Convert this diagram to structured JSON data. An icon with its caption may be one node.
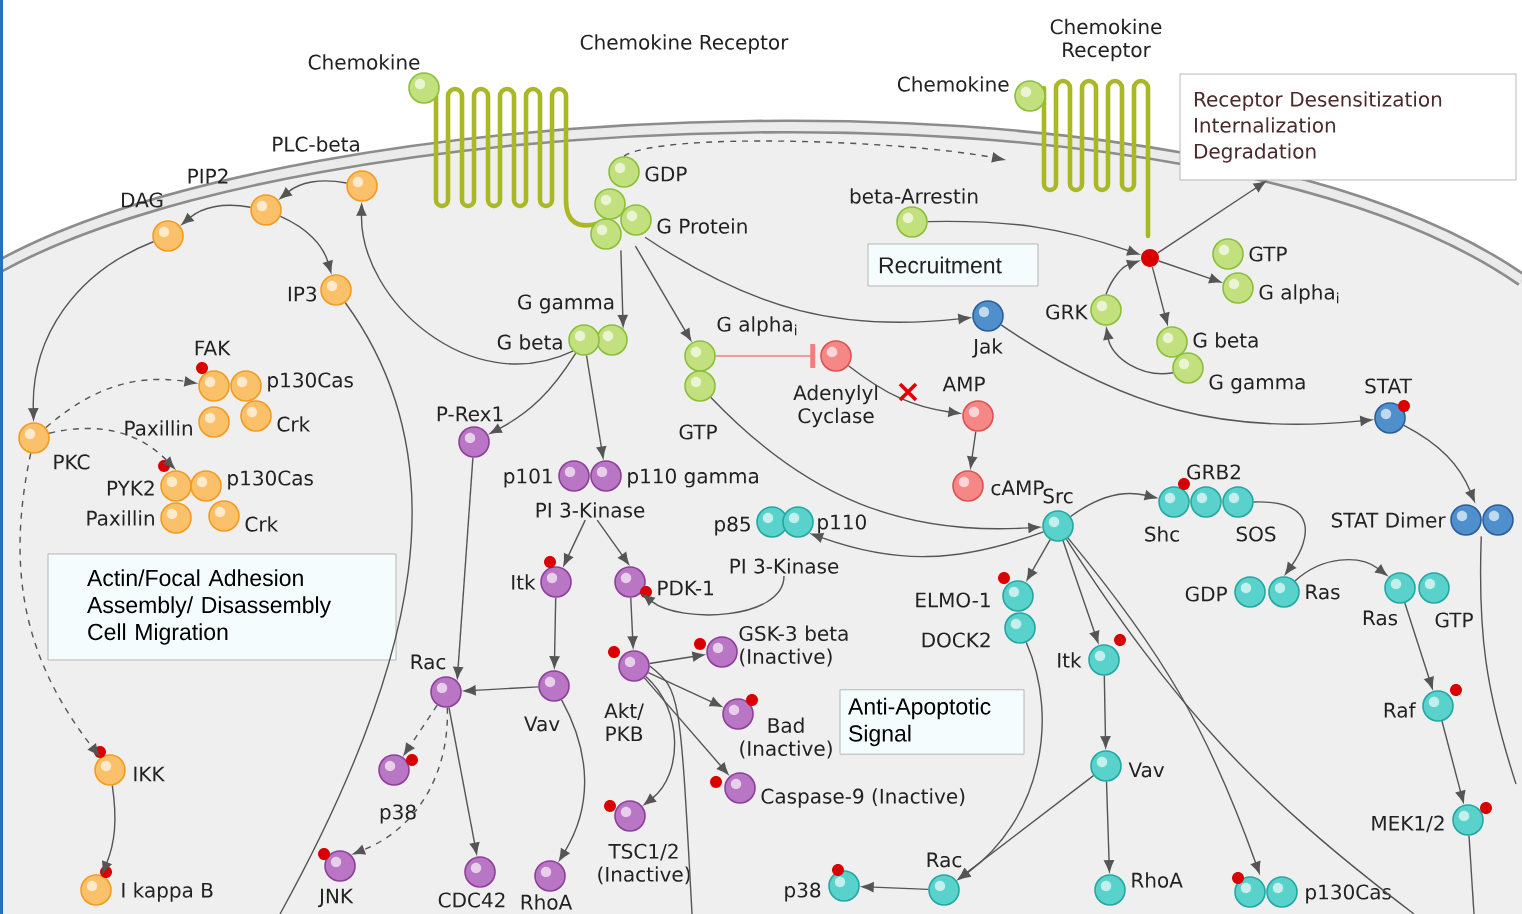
{
  "diagram": {
    "nodes": [
      {
        "text": [
          "Chemokine"
        ]
      },
      {
        "text": [
          "Chemokine Receptor"
        ]
      },
      {
        "text": [
          "GDP"
        ]
      },
      {
        "text": [
          "G Protein"
        ]
      },
      {
        "text": [
          "PLC-beta"
        ]
      },
      {
        "text": [
          "PIP2"
        ]
      },
      {
        "text": [
          "DAG"
        ]
      },
      {
        "text": [
          "IP3"
        ]
      },
      {
        "text": [
          "G gamma"
        ]
      },
      {
        "text": [
          "G beta"
        ]
      },
      {
        "text": [
          "G alpha$_{i}$"
        ]
      },
      {
        "text": [
          "GTP"
        ]
      },
      {
        "text": [
          "Adenylyl Cyclase"
        ]
      },
      {
        "text": [
          "AMP"
        ]
      },
      {
        "text": [
          "cAMP"
        ]
      },
      {
        "text": [
          "Jak"
        ]
      },
      {
        "text": [
          "beta-Arrestin"
        ]
      },
      {
        "text": [
          "Recruitment"
        ]
      },
      {
        "text": [
          "Chemokine"
        ]
      },
      {
        "text": [
          "Chemokine Receptor"
        ]
      },
      {
        "text": [
          "Receptor Desensitization",
          "Internalization",
          "Degradation"
        ]
      },
      {
        "text": [
          "GTP"
        ]
      },
      {
        "text": [
          "G alpha$_{i}$"
        ]
      },
      {
        "text": [
          "G beta"
        ]
      },
      {
        "text": [
          "G gamma"
        ]
      },
      {
        "text": [
          "GRK"
        ]
      },
      {
        "text": [
          "STAT"
        ]
      },
      {
        "text": [
          "STAT Dimer"
        ]
      },
      {
        "text": [
          "FAK"
        ]
      },
      {
        "text": [
          "p130Cas"
        ]
      },
      {
        "text": [
          "Crk"
        ]
      },
      {
        "text": [
          "Paxillin"
        ]
      },
      {
        "text": [
          "PKC"
        ]
      },
      {
        "text": [
          "PYK2"
        ]
      },
      {
        "text": [
          "p130Cas"
        ]
      },
      {
        "text": [
          "Paxillin"
        ]
      },
      {
        "text": [
          "Crk"
        ]
      },
      {
        "text": [
          "Actin/Focal Adhesion Assembly/ Disassembly Cell Migration"
        ]
      },
      {
        "text": [
          "IKK"
        ]
      },
      {
        "text": [
          "I kappa B"
        ]
      },
      {
        "text": [
          "P-Rex1"
        ]
      },
      {
        "text": [
          "p101"
        ]
      },
      {
        "text": [
          "p110 gamma"
        ]
      },
      {
        "text": [
          "PI 3-Kinase"
        ]
      },
      {
        "text": [
          "Itk"
        ]
      },
      {
        "text": [
          "PDK-1"
        ]
      },
      {
        "text": [
          "Vav"
        ]
      },
      {
        "text": [
          "Akt/ PKB"
        ]
      },
      {
        "text": [
          "GSK-3 beta (Inactive)"
        ]
      },
      {
        "text": [
          "Bad (Inactive)"
        ]
      },
      {
        "text": [
          "Caspase-9 (Inactive)"
        ]
      },
      {
        "text": [
          "Anti-Apoptotic Signal"
        ]
      },
      {
        "text": [
          "TSC1/2 (Inactive)"
        ]
      },
      {
        "text": [
          "Rac"
        ]
      },
      {
        "text": [
          "p38"
        ]
      },
      {
        "text": [
          "JNK"
        ]
      },
      {
        "text": [
          "CDC42"
        ]
      },
      {
        "text": [
          "RhoA"
        ]
      },
      {
        "text": [
          "Src"
        ]
      },
      {
        "text": [
          "Shc"
        ]
      },
      {
        "text": [
          "GRB2"
        ]
      },
      {
        "text": [
          "SOS"
        ]
      },
      {
        "text": [
          "p85"
        ]
      },
      {
        "text": [
          "p110"
        ]
      },
      {
        "text": [
          "PI 3-Kinase"
        ]
      },
      {
        "text": [
          "ELMO-1"
        ]
      },
      {
        "text": [
          "DOCK2"
        ]
      },
      {
        "text": [
          "GDP"
        ]
      },
      {
        "text": [
          "Ras"
        ]
      },
      {
        "text": [
          "Ras"
        ]
      },
      {
        "text": [
          "GTP"
        ]
      },
      {
        "text": [
          "Itk"
        ]
      },
      {
        "text": [
          "Raf"
        ]
      },
      {
        "text": [
          "Vav"
        ]
      },
      {
        "text": [
          "MEK1/2"
        ]
      },
      {
        "text": [
          "p38"
        ]
      },
      {
        "text": [
          "Rac"
        ]
      },
      {
        "text": [
          "RhoA"
        ]
      },
      {
        "text": [
          "p130Cas"
        ]
      },
      {
        "text": [],
        "shape": "circle"
      }
    ],
    "edges": [
      {
        "from": 4,
        "to": 5,
        "arrow": "to"
      },
      {
        "from": 5,
        "to": 6,
        "arrow": "to"
      },
      {
        "from": 5,
        "to": 7,
        "arrow": "to"
      },
      {
        "from": 6,
        "to": 32,
        "arrow": "to"
      },
      {
        "from": 9,
        "to": 4,
        "arrow": "to"
      },
      {
        "from": 3,
        "to": 8,
        "arrow": "to"
      },
      {
        "from": 3,
        "to": 10,
        "arrow": "to"
      },
      {
        "from": 3,
        "to": 15,
        "arrow": "to"
      },
      {
        "from": 2,
        "to": null,
        "arrow": "to",
        "style": "dashed"
      },
      {
        "from": 10,
        "to": 12,
        "arrow": "other",
        "color": "#f08080"
      },
      {
        "from": 12,
        "to": 13,
        "arrow": "to"
      },
      {
        "from": 13,
        "to": 14,
        "arrow": "to"
      },
      {
        "from": 9,
        "to": 40,
        "arrow": "to"
      },
      {
        "from": 9,
        "to": 42,
        "arrow": "to"
      },
      {
        "from": 11,
        "to": 58,
        "arrow": "to"
      },
      {
        "from": 16,
        "to": 79,
        "arrow": "to"
      },
      {
        "from": 25,
        "to": 79,
        "arrow": "to"
      },
      {
        "from": 79,
        "to": 20,
        "arrow": "to"
      },
      {
        "from": 79,
        "to": 22,
        "arrow": "to"
      },
      {
        "from": 79,
        "to": 23,
        "arrow": "to"
      },
      {
        "from": 24,
        "to": 25,
        "arrow": "to"
      },
      {
        "from": 15,
        "to": 26,
        "arrow": "to"
      },
      {
        "from": 26,
        "to": 27,
        "arrow": "to"
      },
      {
        "from": 32,
        "to": 28,
        "arrow": "to",
        "style": "dashed"
      },
      {
        "from": 32,
        "to": 33,
        "arrow": "to",
        "style": "dashed"
      },
      {
        "from": 32,
        "to": 38,
        "arrow": "to",
        "style": "dashed"
      },
      {
        "from": 38,
        "to": 39,
        "arrow": "to"
      },
      {
        "from": 7,
        "to": null,
        "arrow": "none"
      },
      {
        "from": 43,
        "to": 44,
        "arrow": "to"
      },
      {
        "from": 43,
        "to": 45,
        "arrow": "to"
      },
      {
        "from": 64,
        "to": 45,
        "arrow": "to"
      },
      {
        "from": 45,
        "to": 47,
        "arrow": "to"
      },
      {
        "from": 47,
        "to": 48,
        "arrow": "to"
      },
      {
        "from": 47,
        "to": 49,
        "arrow": "to"
      },
      {
        "from": 47,
        "to": 50,
        "arrow": "to"
      },
      {
        "from": 47,
        "to": 52,
        "arrow": "to"
      },
      {
        "from": 44,
        "to": 46,
        "arrow": "to"
      },
      {
        "from": 40,
        "to": 53,
        "arrow": "to"
      },
      {
        "from": 46,
        "to": 53,
        "arrow": "to"
      },
      {
        "from": 53,
        "to": 54,
        "arrow": "to",
        "style": "dashed"
      },
      {
        "from": 53,
        "to": 55,
        "arrow": "to",
        "style": "dashed"
      },
      {
        "from": 53,
        "to": 56,
        "arrow": "to"
      },
      {
        "from": 46,
        "to": 57,
        "arrow": "to"
      },
      {
        "from": 58,
        "to": 59,
        "arrow": "to"
      },
      {
        "from": 61,
        "to": 68,
        "arrow": "to"
      },
      {
        "from": 68,
        "to": 69,
        "arrow": "to"
      },
      {
        "from": 69,
        "to": 72,
        "arrow": "to"
      },
      {
        "from": 72,
        "to": 74,
        "arrow": "to"
      },
      {
        "from": 58,
        "to": 63,
        "arrow": "to"
      },
      {
        "from": 58,
        "to": 65,
        "arrow": "to"
      },
      {
        "from": 58,
        "to": 71,
        "arrow": "to"
      },
      {
        "from": 71,
        "to": 73,
        "arrow": "to"
      },
      {
        "from": 73,
        "to": 77,
        "arrow": "to"
      },
      {
        "from": 73,
        "to": 76,
        "arrow": "to"
      },
      {
        "from": 58,
        "to": 78,
        "arrow": "to"
      },
      {
        "from": 66,
        "to": 76,
        "arrow": "to"
      },
      {
        "from": 76,
        "to": 75,
        "arrow": "to"
      },
      {
        "from": 58,
        "to": null,
        "arrow": "none"
      },
      {
        "from": 27,
        "to": null,
        "arrow": "none"
      },
      {
        "from": 74,
        "to": null,
        "arrow": "none"
      },
      {
        "from": 47,
        "to": null,
        "arrow": "none"
      }
    ]
  }
}
